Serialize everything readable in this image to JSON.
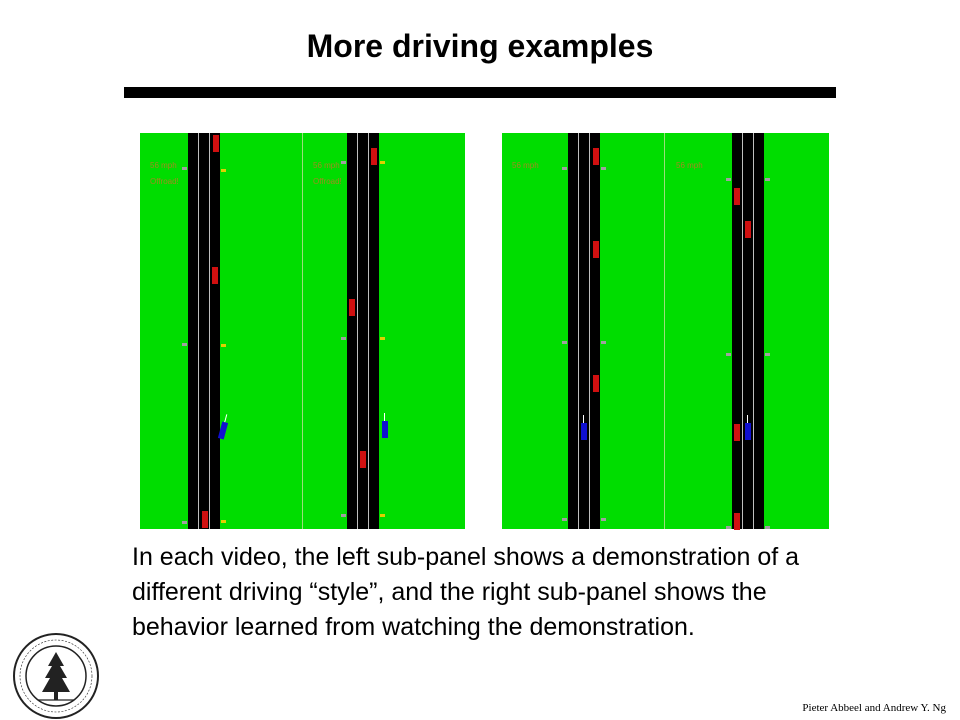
{
  "slide": {
    "title": "More driving examples",
    "body": "In each video, the left sub-panel shows a demonstration of a different driving “style”, and the right sub-panel shows the behavior learned from watching the demonstration.",
    "credit": "Pieter Abbeel and Andrew Y. Ng"
  },
  "videos": [
    {
      "panels": [
        {
          "speed": "56 mph",
          "status": "Offroad!"
        },
        {
          "speed": "56 mph",
          "status": "Offroad!"
        }
      ]
    },
    {
      "panels": [
        {
          "speed": "56 mph",
          "status": ""
        },
        {
          "speed": "56 mph",
          "status": ""
        }
      ]
    }
  ],
  "colors": {
    "grass": "#00dd00",
    "road": "#000000",
    "other_car": "#d01010",
    "learner_car": "#1010d0"
  },
  "icons": {
    "seal": "stanford-seal-icon"
  }
}
